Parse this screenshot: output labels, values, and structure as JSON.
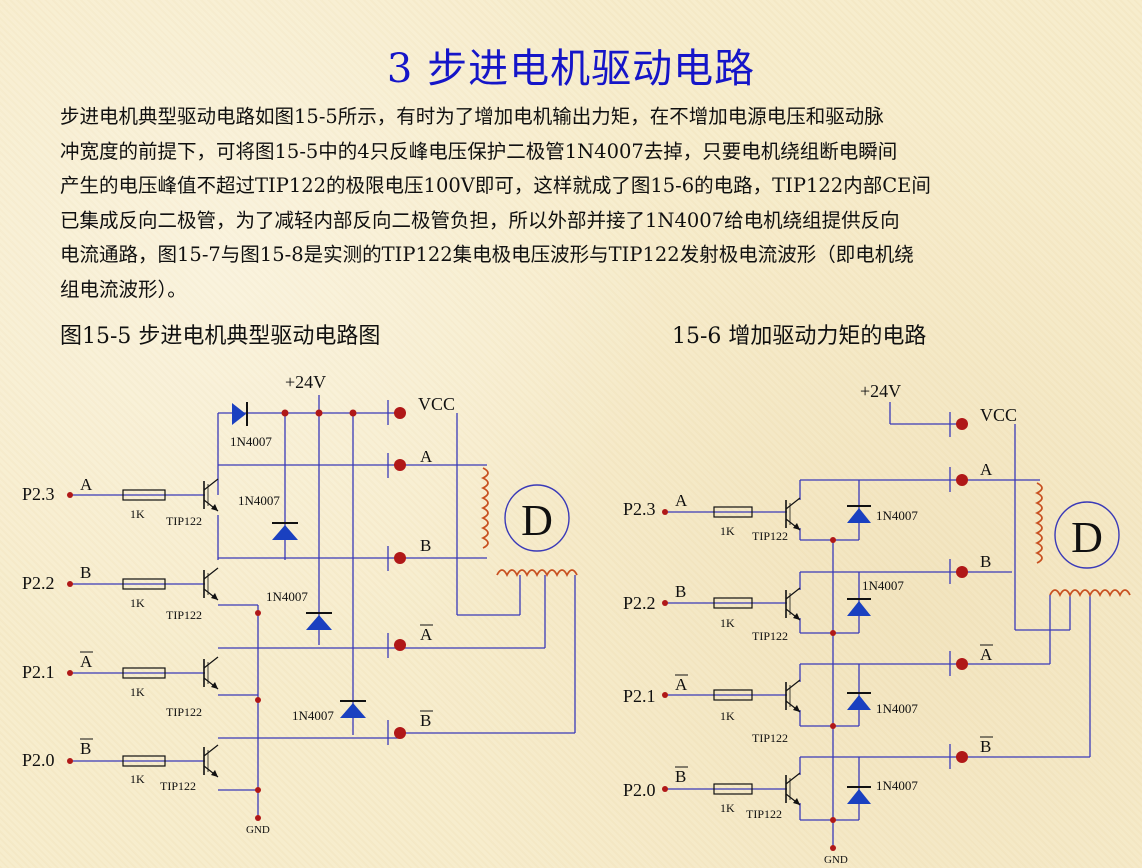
{
  "title": "3 步进电机驱动电路",
  "paragraph": [
    "步进电机典型驱动电路如图15-5所示，有时为了增加电机输出力矩，在不增加电源电压和驱动脉",
    "冲宽度的前提下，可将图15-5中的4只反峰电压保护二极管1N4007去掉，只要电机绕组断电瞬间",
    "产生的电压峰值不超过TIP122的极限电压100V即可，这样就成了图15-6的电路，TIP122内部CE间",
    "已集成反向二极管，为了减轻内部反向二极管负担，所以外部并接了1N4007给电机绕组提供反向",
    "电流通路，图15-7与图15-8是实测的TIP122集电极电压波形与TIP122发射极电流波形（即电机绕",
    "组电流波形）。"
  ],
  "captions": {
    "left": "图15-5  步进电机典型驱动电路图",
    "right": "15-6 增加驱动力矩的电路"
  },
  "circuit": {
    "supply": "+24V",
    "vcc": "VCC",
    "gnd": "GND",
    "motor": "D",
    "resistor": "1K",
    "transistor": "TIP122",
    "diode": "1N4007",
    "inputs": [
      "P2.3",
      "P2.2",
      "P2.1",
      "P2.0"
    ],
    "phases": [
      "A",
      "B",
      "A",
      "B"
    ]
  },
  "colors": {
    "title": "#1515c8",
    "wire": "#3a3ab8",
    "node": "#b01818",
    "motor_coil": "#c85020"
  }
}
